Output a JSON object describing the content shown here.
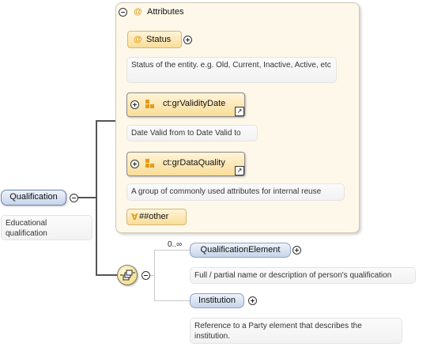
{
  "root": {
    "name": "Qualification",
    "doc": "Educational qualification"
  },
  "attributes": {
    "title": "Attributes",
    "at_symbol": "@",
    "status": {
      "name": "Status",
      "doc": "Status of the entity. e.g. Old, Current, Inactive, Active, etc"
    },
    "validity": {
      "name": "ct:grValidityDate",
      "doc": "Date Valid from to Date Valid to"
    },
    "quality": {
      "name": "ct:grDataQuality",
      "doc": "A group of commonly used attributes for internal reuse"
    },
    "other": {
      "symbol": "∀",
      "name": "##other"
    }
  },
  "sequence": {
    "cardinality": "0..∞",
    "elements": [
      {
        "name": "QualificationElement",
        "doc": "Full / partial name or description of person's qualification"
      },
      {
        "name": "Institution",
        "doc": "Reference to a Party element that describes the institution."
      }
    ]
  },
  "icons": {
    "collapse": "minus-circle-icon",
    "expand": "plus-circle-icon",
    "reference": "reference-arrow-icon",
    "attribute_group": "attribute-group-squares-icon",
    "sequence": "sequence-compositor-icon"
  },
  "colors": {
    "attribute_bg": "#fdf8ea",
    "attribute_box": "#f9dd98",
    "element_box": "#c6d4ea",
    "connector": "#555555"
  }
}
